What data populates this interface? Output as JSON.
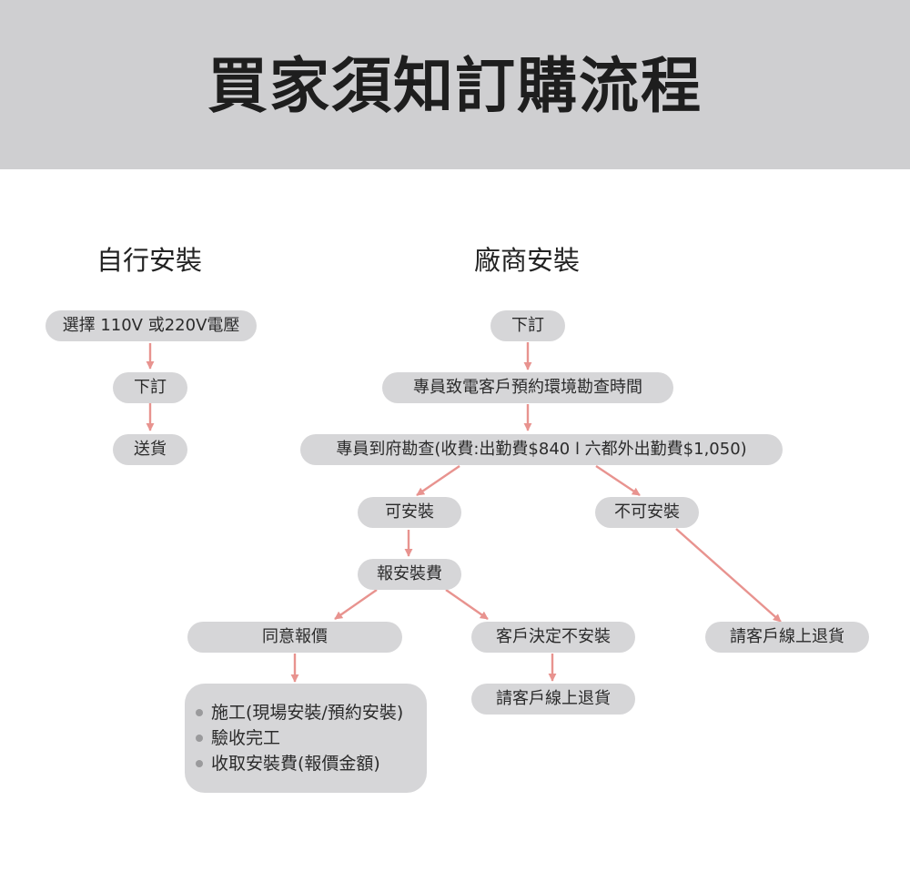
{
  "title": "買家須知訂購流程",
  "self_install": {
    "heading": "自行安裝",
    "steps": [
      "選擇 110V 或220V電壓",
      "下訂",
      "送貨"
    ]
  },
  "vendor_install": {
    "heading": "廠商安裝",
    "order": "下訂",
    "appointment": "專員致電客戶預約環境勘查時間",
    "survey": "專員到府勘查(收費:出勤費$840 l 六都外出勤費$1,050)",
    "installable": "可安裝",
    "not_installable": "不可安裝",
    "quote": "報安裝費",
    "agree_quote": "同意報價",
    "customer_declines": "客戶決定不安裝",
    "return_online_a": "請客戶線上退貨",
    "return_online_b": "請客戶線上退貨",
    "final_steps": [
      "施工(現場安裝/預約安裝)",
      "驗收完工",
      "收取安裝費(報價金額)"
    ]
  },
  "colors": {
    "header_bg": "#cfcfd1",
    "pill_bg": "#d6d6d8",
    "arrow": "#e8938f"
  }
}
